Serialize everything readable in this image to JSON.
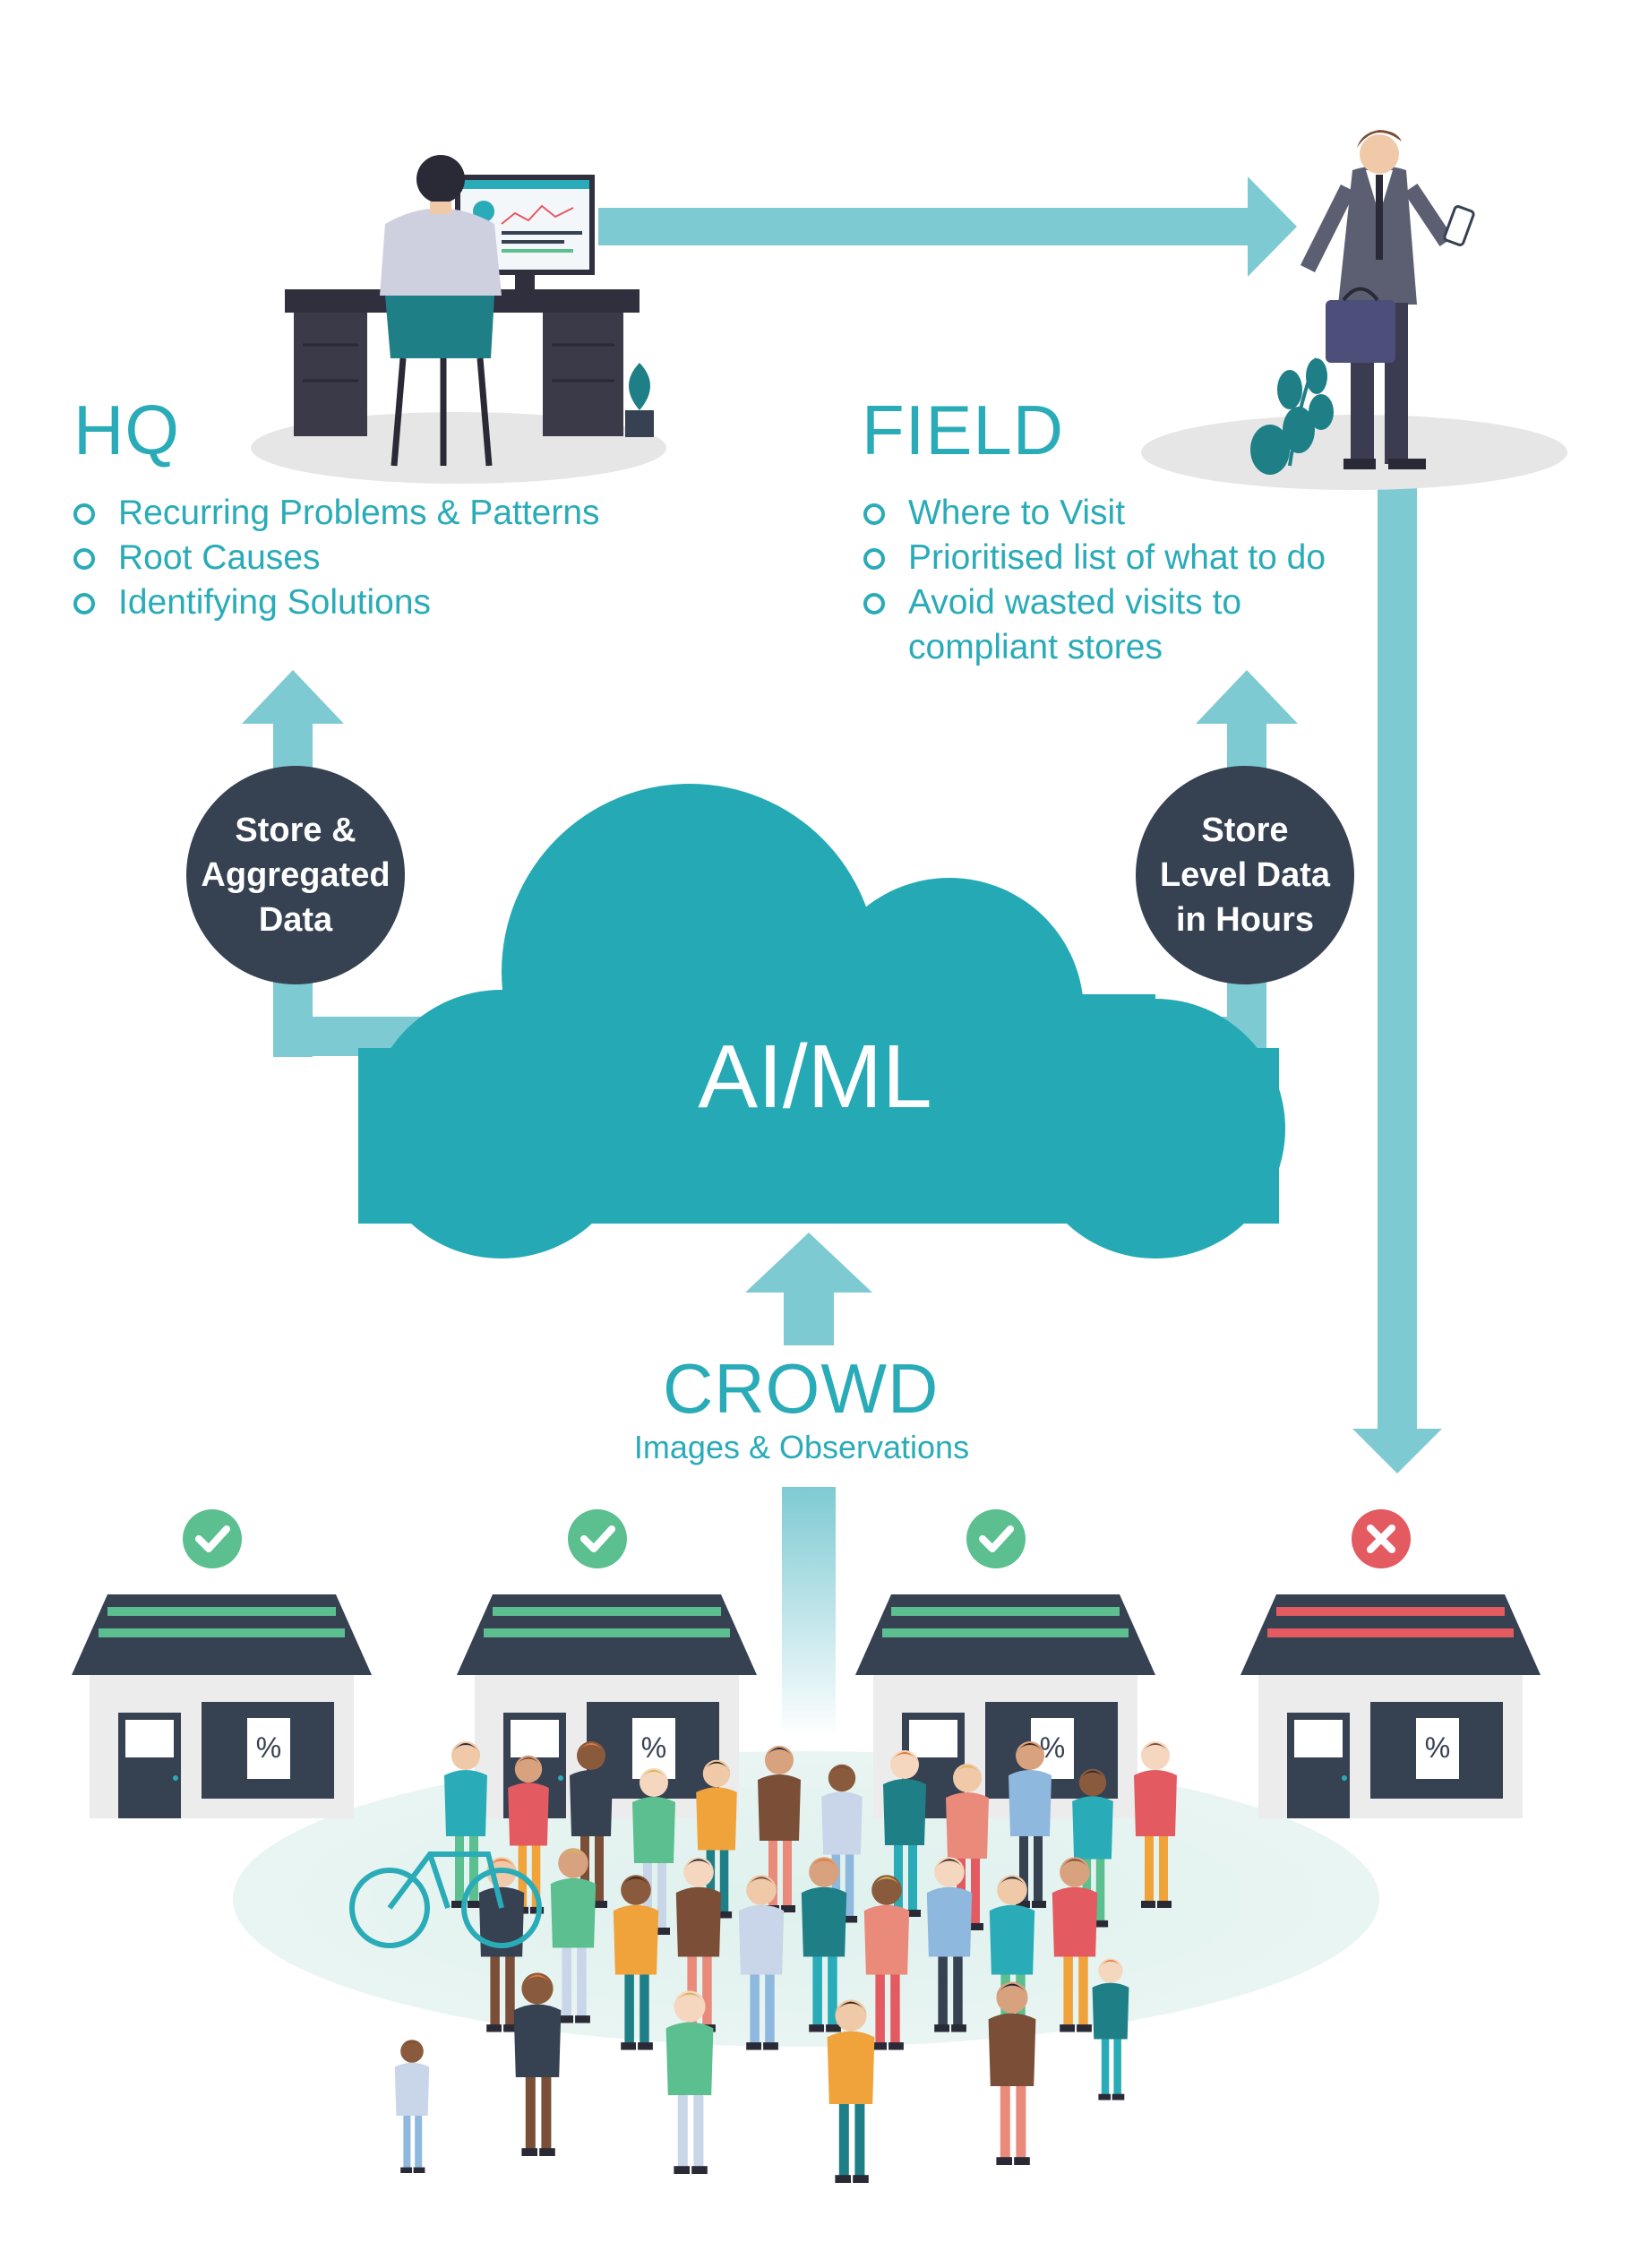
{
  "hq": {
    "title": "HQ",
    "items": [
      "Recurring Problems & Patterns",
      "Root Causes",
      "Identifying Solutions"
    ]
  },
  "field": {
    "title": "FIELD",
    "items": [
      "Where to Visit",
      "Prioritised list of what to do",
      "Avoid wasted visits to",
      "compliant stores"
    ]
  },
  "badges": {
    "left": "Store &\nAggregated\nData",
    "right": "Store\nLevel Data\nin Hours"
  },
  "cloud": {
    "label": "AI/ML"
  },
  "crowd": {
    "title": "CROWD",
    "subtitle": "Images & Observations"
  },
  "stores": [
    {
      "status": "compliant",
      "sign": "%"
    },
    {
      "status": "compliant",
      "sign": "%"
    },
    {
      "status": "compliant",
      "sign": "%"
    },
    {
      "status": "non-compliant",
      "sign": "%"
    }
  ],
  "colors": {
    "teal": "#2aabb8",
    "arrow": "#7ecad3",
    "dark": "#364152",
    "check": "#5bbf8f",
    "cross": "#e35a61",
    "ground": "#e6e6e6"
  },
  "icons": [
    "check-icon",
    "cross-icon",
    "plant-icon",
    "bicycle-icon",
    "phone-icon",
    "briefcase-icon"
  ]
}
